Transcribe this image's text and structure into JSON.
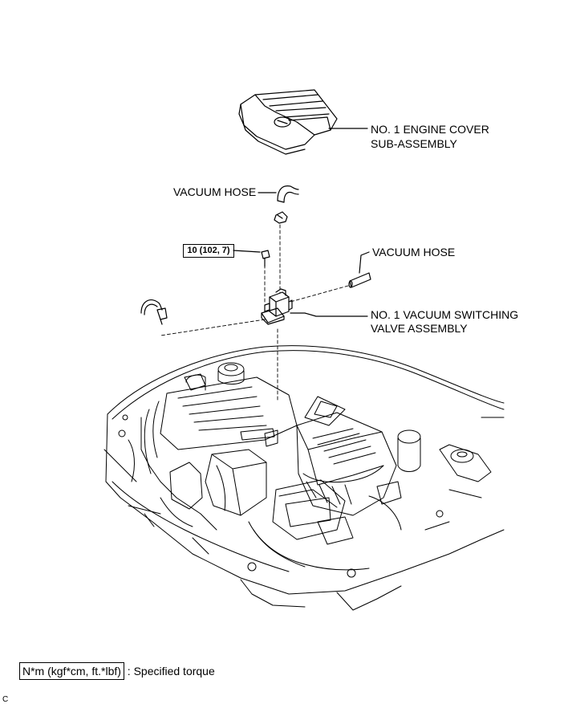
{
  "labels": {
    "engine_cover_1": "NO. 1 ENGINE COVER",
    "engine_cover_2": "SUB-ASSEMBLY",
    "vacuum_hose_top": "VACUUM HOSE",
    "vacuum_hose_right": "VACUUM HOSE",
    "vsv_1": "NO. 1 VACUUM SWITCHING",
    "vsv_2": "VALVE ASSEMBLY"
  },
  "torque": "10 (102, 7)",
  "legend": {
    "unit": "N*m (kgf*cm, ft.*lbf)",
    "description": ": Specified torque"
  },
  "figure_code": "C"
}
